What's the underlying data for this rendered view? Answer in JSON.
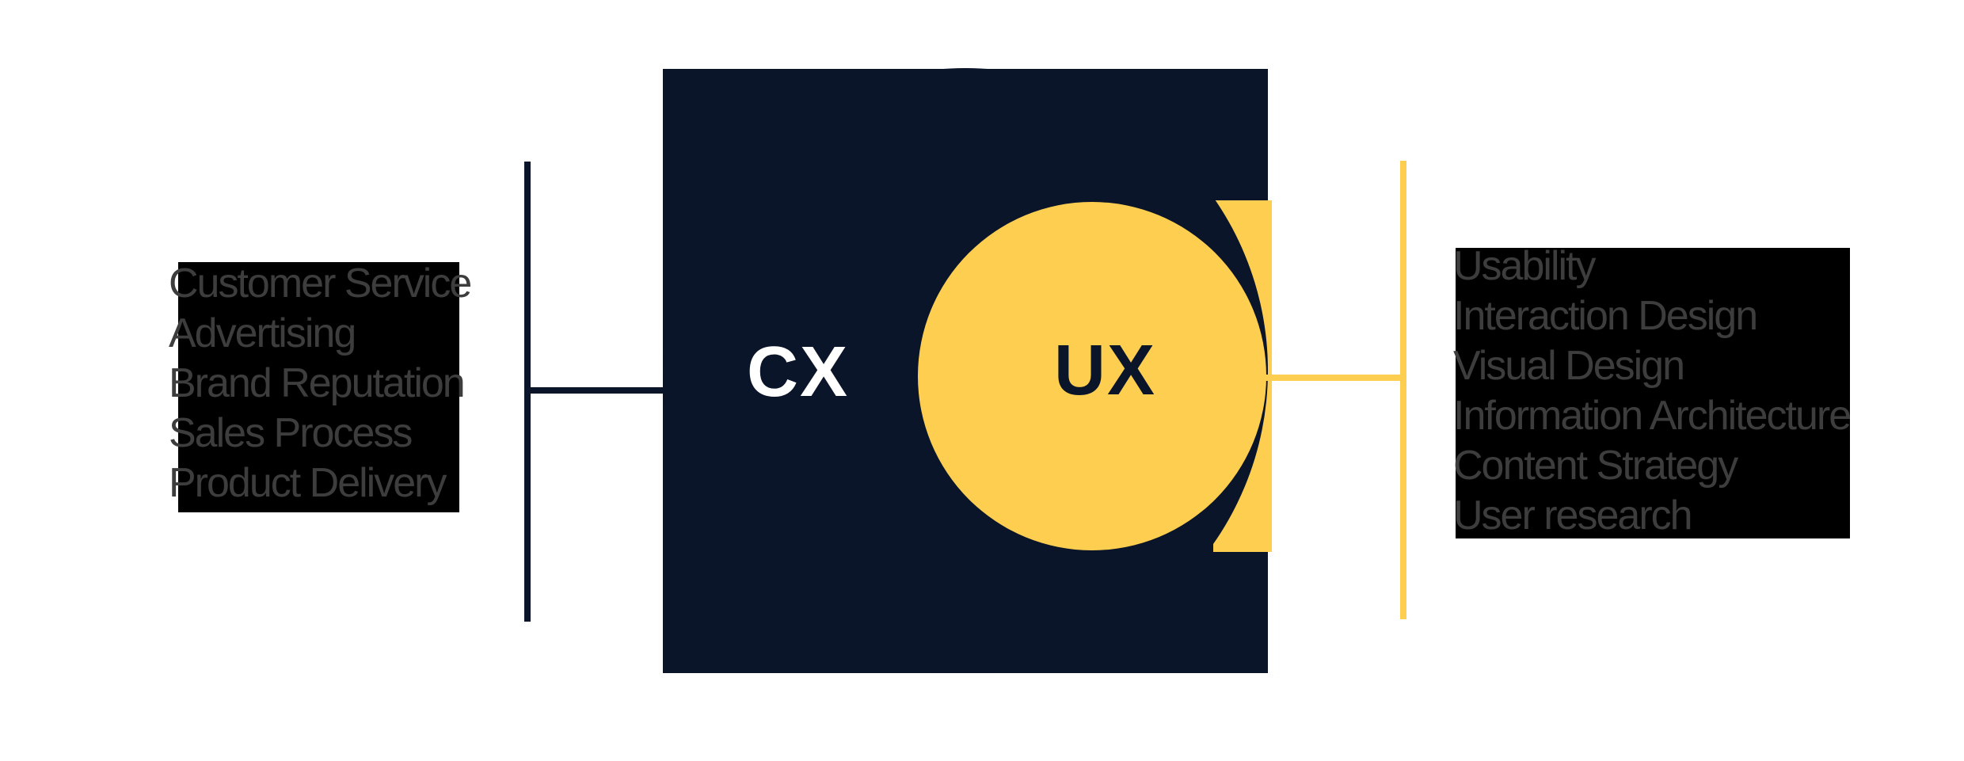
{
  "diagram": {
    "title": "CX vs UX diagram",
    "cx": {
      "label": "CX",
      "factors": [
        "Customer Service",
        "Advertising",
        "Brand Reputation",
        "Sales Process",
        "Product Delivery"
      ]
    },
    "ux": {
      "label": "UX",
      "factors": [
        "Usability",
        "Interaction Design",
        "Visual Design",
        "Information Architecture",
        "Content Strategy",
        "User research"
      ]
    },
    "colors": {
      "navy": "#0b1529",
      "yellow": "#fdce50",
      "panel_black": "#000000",
      "list_text_gray": "#3d3d3d",
      "cx_label_white": "#ffffff",
      "background": "#ffffff"
    }
  }
}
